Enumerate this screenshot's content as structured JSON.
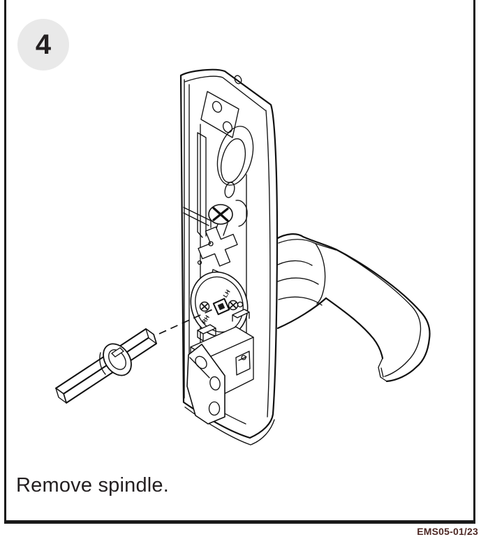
{
  "step": {
    "number": "4"
  },
  "caption": "Remove spindle.",
  "footer": {
    "code": "EMS05-01/23"
  },
  "figure": {
    "description": "Exploded line drawing of lever handle backplate interior with square spindle and collar removed along dashed alignment line",
    "marks": {
      "lh": "LH",
      "rh": "RH"
    }
  },
  "colors": {
    "frame": "#1a1a1a",
    "line_art": "#111111",
    "badge_bg": "#e9e9e9",
    "text": "#231f20",
    "code_text": "#4d2824"
  }
}
